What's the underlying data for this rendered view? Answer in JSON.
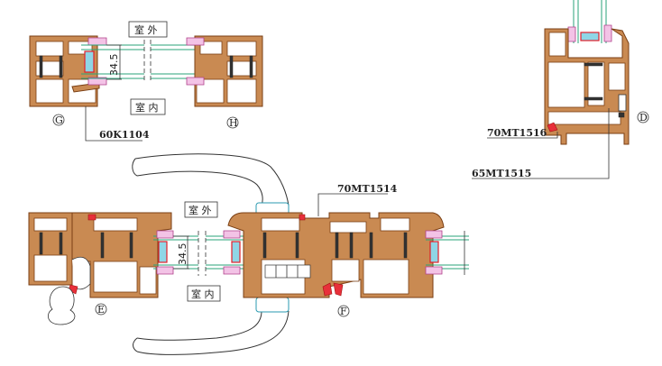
{
  "title": "Window profile section drawings",
  "top_left": {
    "outside_label": "室 外",
    "inside_label": "室 内",
    "dimension": "34.5",
    "left_marker": "G",
    "right_marker": "H",
    "part_code": "60K1104"
  },
  "top_right": {
    "marker": "D",
    "part_code_1": "70MT1516",
    "part_code_2": "65MT1515"
  },
  "bottom": {
    "outside_label": "室 外",
    "inside_label": "室 内",
    "dimension": "34.5",
    "left_marker": "E",
    "right_marker": "F",
    "part_code": "70MT1514"
  },
  "colors": {
    "profile": "#c98a52",
    "profile_outline": "#7a3f14",
    "glass_line": "#2aa37a",
    "gasket": "#f3c3e6",
    "seal_red": "#e8303a"
  }
}
